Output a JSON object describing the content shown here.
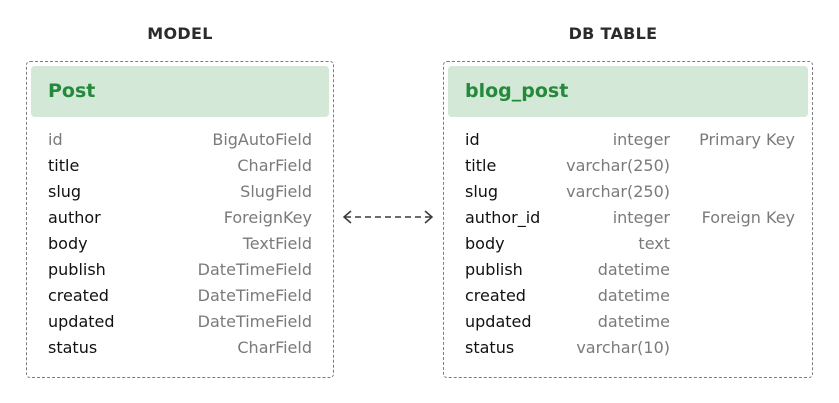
{
  "model": {
    "caption": "MODEL",
    "title": "Post",
    "fields": [
      {
        "name": "id",
        "type": "BigAutoField",
        "muted": true
      },
      {
        "name": "title",
        "type": "CharField",
        "muted": false
      },
      {
        "name": "slug",
        "type": "SlugField",
        "muted": false
      },
      {
        "name": "author",
        "type": "ForeignKey",
        "muted": false
      },
      {
        "name": "body",
        "type": "TextField",
        "muted": false
      },
      {
        "name": "publish",
        "type": "DateTimeField",
        "muted": false
      },
      {
        "name": "created",
        "type": "DateTimeField",
        "muted": false
      },
      {
        "name": "updated",
        "type": "DateTimeField",
        "muted": false
      },
      {
        "name": "status",
        "type": "CharField",
        "muted": false
      }
    ]
  },
  "table": {
    "caption": "DB TABLE",
    "title": "blog_post",
    "columns": [
      {
        "name": "id",
        "type": "integer",
        "key": "Primary Key"
      },
      {
        "name": "title",
        "type": "varchar(250)",
        "key": ""
      },
      {
        "name": "slug",
        "type": "varchar(250)",
        "key": ""
      },
      {
        "name": "author_id",
        "type": "integer",
        "key": "Foreign Key"
      },
      {
        "name": "body",
        "type": "text",
        "key": ""
      },
      {
        "name": "publish",
        "type": "datetime",
        "key": ""
      },
      {
        "name": "created",
        "type": "datetime",
        "key": ""
      },
      {
        "name": "updated",
        "type": "datetime",
        "key": ""
      },
      {
        "name": "status",
        "type": "varchar(10)",
        "key": ""
      }
    ]
  },
  "colors": {
    "header_bg": "#d3e8d6",
    "header_text": "#24893b",
    "border": "#7d7d7d",
    "muted_text": "#7a7a7a"
  }
}
